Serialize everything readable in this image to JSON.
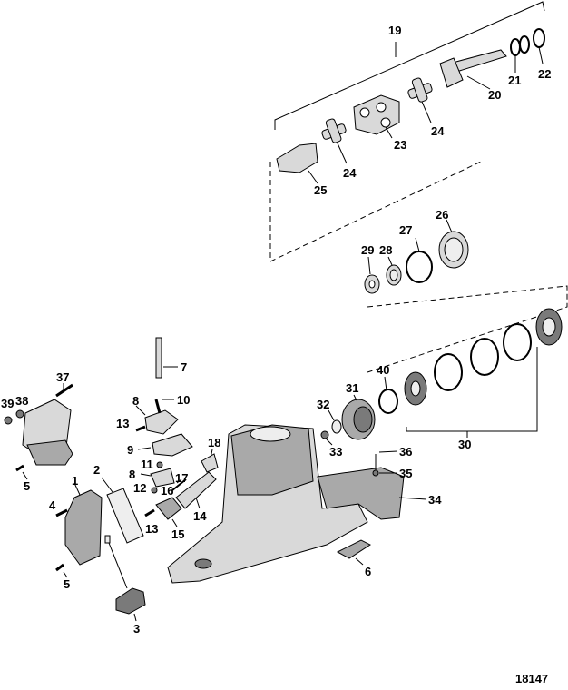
{
  "figure_number": "18147",
  "callouts": {
    "c1": "1",
    "c2": "2",
    "c3": "3",
    "c4": "4",
    "c5a": "5",
    "c5b": "5",
    "c6": "6",
    "c7": "7",
    "c8a": "8",
    "c8b": "8",
    "c9": "9",
    "c10": "10",
    "c11": "11",
    "c12": "12",
    "c13a": "13",
    "c13b": "13",
    "c14": "14",
    "c15": "15",
    "c16": "16",
    "c17": "17",
    "c18": "18",
    "c19": "19",
    "c20": "20",
    "c21": "21",
    "c22": "22",
    "c23": "23",
    "c24a": "24",
    "c24b": "24",
    "c25": "25",
    "c26": "26",
    "c27": "27",
    "c28": "28",
    "c29": "29",
    "c30": "30",
    "c31": "31",
    "c32": "32",
    "c33": "33",
    "c34": "34",
    "c35": "35",
    "c36": "36",
    "c37": "37",
    "c38": "38",
    "c39": "39",
    "c40": "40"
  }
}
